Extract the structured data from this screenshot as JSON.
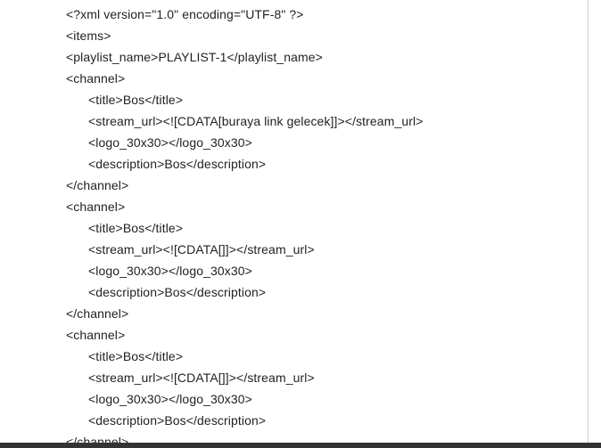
{
  "document": {
    "lines": [
      {
        "text": "<?xml version=\"1.0\" encoding=\"UTF-8\" ?>",
        "indent": 0
      },
      {
        "text": "<items>",
        "indent": 0
      },
      {
        "text": "<playlist_name>PLAYLIST-1</playlist_name>",
        "indent": 0
      },
      {
        "text": "<channel>",
        "indent": 0
      },
      {
        "text": "<title>Bos</title>",
        "indent": 1
      },
      {
        "text": "<stream_url><![CDATA[buraya link gelecek]]></stream_url>",
        "indent": 1
      },
      {
        "text": "<logo_30x30></logo_30x30>",
        "indent": 1
      },
      {
        "text": "<description>Bos</description>",
        "indent": 1
      },
      {
        "text": "</channel>",
        "indent": 0
      },
      {
        "text": "<channel>",
        "indent": 0
      },
      {
        "text": "<title>Bos</title>",
        "indent": 1
      },
      {
        "text": "<stream_url><![CDATA[]]></stream_url>",
        "indent": 1
      },
      {
        "text": "<logo_30x30></logo_30x30>",
        "indent": 1
      },
      {
        "text": "<description>Bos</description>",
        "indent": 1
      },
      {
        "text": "</channel>",
        "indent": 0
      },
      {
        "text": "<channel>",
        "indent": 0
      },
      {
        "text": "<title>Bos</title>",
        "indent": 1
      },
      {
        "text": "<stream_url><![CDATA[]]></stream_url>",
        "indent": 1
      },
      {
        "text": "<logo_30x30></logo_30x30>",
        "indent": 1
      },
      {
        "text": "<description>Bos</description>",
        "indent": 1
      },
      {
        "text": "</channel>",
        "indent": 0
      }
    ]
  },
  "colors": {
    "text": "#222222",
    "background": "#ffffff",
    "bottom_bar": "#333333"
  }
}
